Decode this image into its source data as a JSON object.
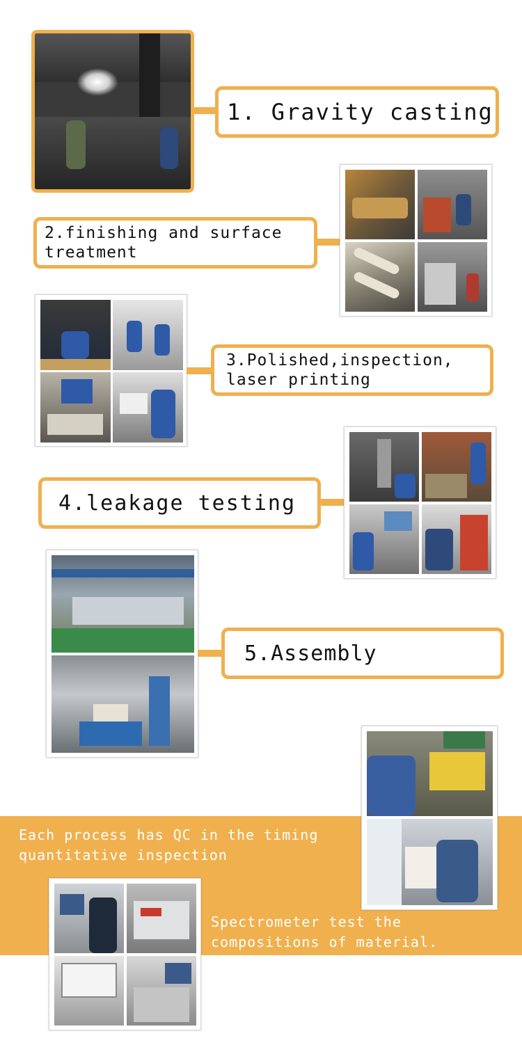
{
  "colors": {
    "accent": "#f0b04e",
    "band_text": "#ffffff",
    "label_text": "#111111"
  },
  "steps": [
    {
      "label": "1.  Gravity casting"
    },
    {
      "label": "2.finishing and surface\n  treatment"
    },
    {
      "label": "3.Polished,inspection,\n  laser printing"
    },
    {
      "label": "4.leakage testing"
    },
    {
      "label": "5.Assembly"
    }
  ],
  "qc_band": {
    "text_1": "Each process has QC in the timing\nquantitative inspection",
    "text_2": "Spectrometer test the\ncompositions of material."
  }
}
